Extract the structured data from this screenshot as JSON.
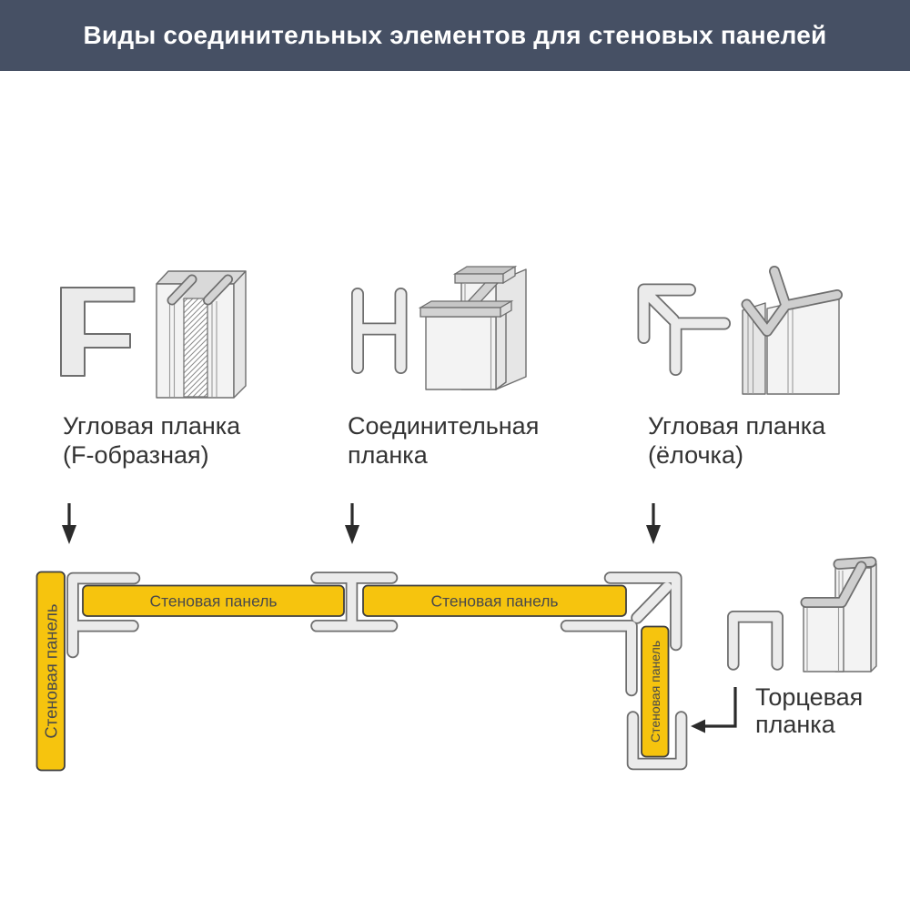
{
  "header": {
    "title": "Виды соединительных элементов для стеновых панелей"
  },
  "profiles": [
    {
      "caption_line1": "Угловая планка",
      "caption_line2": "(F-образная)"
    },
    {
      "caption_line1": "Соединительная",
      "caption_line2": "планка"
    },
    {
      "caption_line1": "Угловая планка",
      "caption_line2": "(ёлочка)"
    }
  ],
  "schematic": {
    "panel_label": "Стеновая панель",
    "end_strip_caption_line1": "Торцевая",
    "end_strip_caption_line2": "планка"
  },
  "colors": {
    "header_bg": "#465064",
    "panel_yellow": "#f6c40e",
    "profile_fill": "#ebebeb",
    "outline": "#6e6e6e",
    "text_dark": "#333333"
  }
}
